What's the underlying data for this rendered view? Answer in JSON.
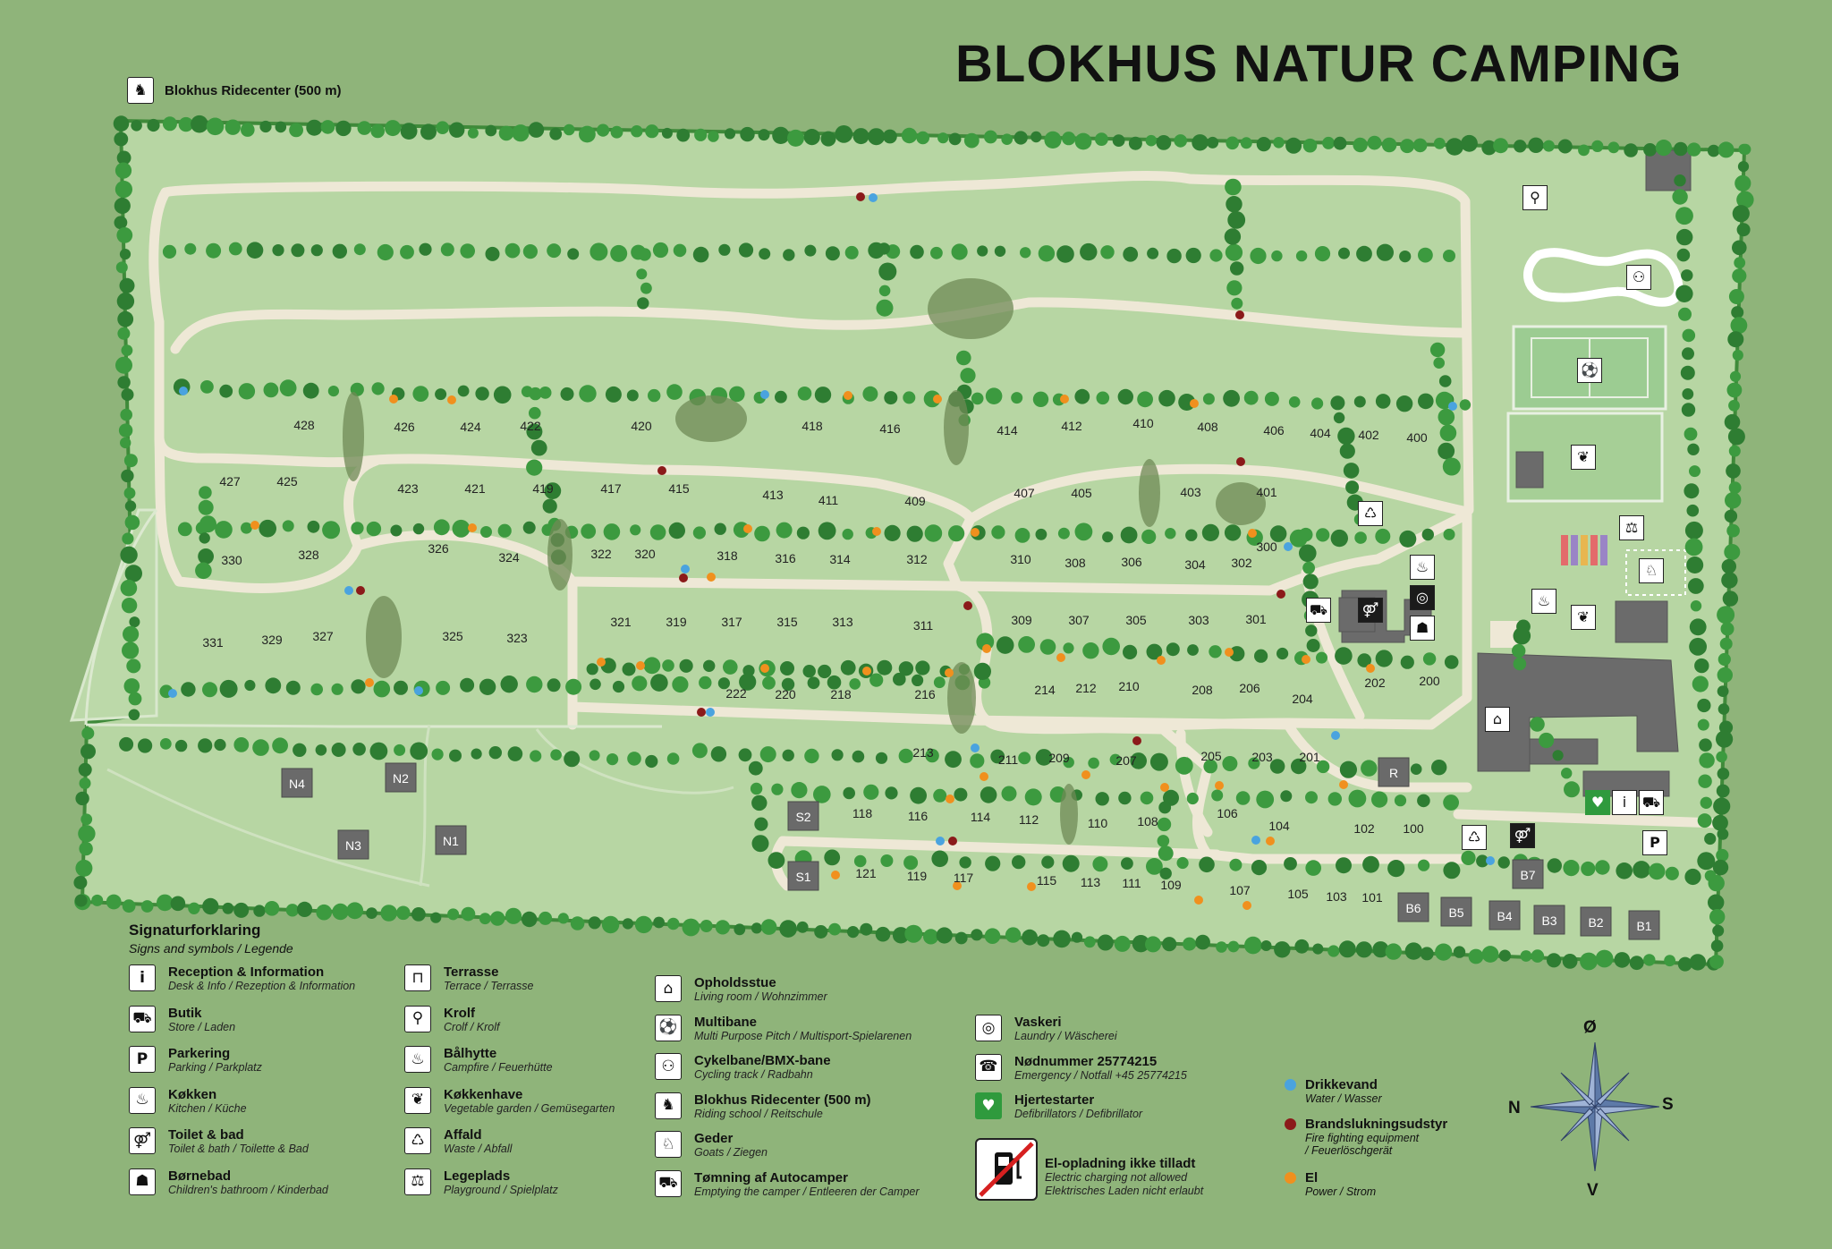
{
  "title": "BLOKHUS NATUR CAMPING",
  "ridecenter_label": "Blokhus Ridecenter (500 m)",
  "legend": {
    "heading": "Signaturforklaring",
    "subheading": "Signs and symbols / Legende",
    "col1": [
      {
        "icon": "info-icon",
        "title": "Reception & Information",
        "sub": "Desk & Info / Rezeption & Information"
      },
      {
        "icon": "cart-icon",
        "title": "Butik",
        "sub": "Store / Laden"
      },
      {
        "icon": "parking-icon",
        "title": "Parkering",
        "sub": "Parking / Parkplatz"
      },
      {
        "icon": "pot-icon",
        "title": "Køkken",
        "sub": "Kitchen / Küche"
      },
      {
        "icon": "toilet-icon",
        "title": "Toilet & bad",
        "sub": "Toilet & bath / Toilette & Bad"
      },
      {
        "icon": "baby-bath-icon",
        "title": "Børnebad",
        "sub": "Children's bathroom / Kinderbad"
      }
    ],
    "col2": [
      {
        "icon": "picnic-table-icon",
        "title": "Terrasse",
        "sub": "Terrace / Terrasse"
      },
      {
        "icon": "croquet-icon",
        "title": "Krolf",
        "sub": "Crolf / Krolf"
      },
      {
        "icon": "campfire-icon",
        "title": "Bålhytte",
        "sub": "Campfire / Feuerhütte"
      },
      {
        "icon": "vegetable-icon",
        "title": "Køkkenhave",
        "sub": "Vegetable garden / Gemüsegarten"
      },
      {
        "icon": "trash-icon",
        "title": "Affald",
        "sub": "Waste / Abfall"
      },
      {
        "icon": "seesaw-icon",
        "title": "Legeplads",
        "sub": "Playground / Spielplatz"
      }
    ],
    "col3": [
      {
        "icon": "house-icon",
        "title": "Opholdsstue",
        "sub": "Living room / Wohnzimmer"
      },
      {
        "icon": "multisport-icon",
        "title": "Multibane",
        "sub": "Multi Purpose Pitch / Multisport-Spielarenen"
      },
      {
        "icon": "bicycle-icon",
        "title": "Cykelbane/BMX-bane",
        "sub": "Cycling track / Radbahn"
      },
      {
        "icon": "horse-icon",
        "title": "Blokhus Ridecenter (500 m)",
        "sub": "Riding school / Reitschule"
      },
      {
        "icon": "goat-icon",
        "title": "Geder",
        "sub": "Goats / Ziegen"
      },
      {
        "icon": "camper-icon",
        "title": "Tømning af Autocamper",
        "sub": "Emptying the camper / Entleeren der Camper"
      }
    ],
    "col4": [
      {
        "icon": "laundry-icon",
        "title": "Vaskeri",
        "sub": "Laundry / Wäscherei"
      },
      {
        "icon": "phone-icon",
        "title": "Nødnummer 25774215",
        "sub": "Emergency / Notfall +45 25774215"
      },
      {
        "icon": "defibrillator-icon",
        "title": "Hjertestarter",
        "sub": "Defibrillators / Defibrillator"
      }
    ],
    "no_charging": {
      "title": "El-opladning ikke tilladt",
      "sub1": "Electric charging not allowed",
      "sub2": "Elektrisches Laden nicht erlaubt"
    },
    "dots": [
      {
        "color": "#4aa3df",
        "title": "Drikkevand",
        "sub1": "Water / Wasser",
        "sub2": ""
      },
      {
        "color": "#8b1a1a",
        "title": "Brandslukningsudstyr",
        "sub1": "Fire fighting equipment",
        "sub2": "/ Feuerlöschgerät"
      },
      {
        "color": "#f0901e",
        "title": "El",
        "sub1": "Power / Strom",
        "sub2": ""
      }
    ]
  },
  "compass": {
    "n": "Ø",
    "w": "N",
    "e": "S",
    "s": "V"
  },
  "pitches": [
    "428",
    "426",
    "424",
    "422",
    "420",
    "418",
    "416",
    "414",
    "412",
    "410",
    "408",
    "406",
    "404",
    "402",
    "400",
    "427",
    "425",
    "423",
    "421",
    "419",
    "417",
    "415",
    "413",
    "411",
    "409",
    "407",
    "405",
    "403",
    "401",
    "330",
    "328",
    "326",
    "324",
    "322",
    "320",
    "318",
    "316",
    "314",
    "312",
    "310",
    "308",
    "306",
    "304",
    "302",
    "300",
    "331",
    "329",
    "327",
    "325",
    "323",
    "321",
    "319",
    "317",
    "315",
    "313",
    "311",
    "309",
    "307",
    "305",
    "303",
    "301",
    "222",
    "220",
    "218",
    "216",
    "214",
    "212",
    "210",
    "208",
    "206",
    "204",
    "202",
    "200",
    "213",
    "211",
    "209",
    "207",
    "205",
    "203",
    "201",
    "118",
    "116",
    "114",
    "112",
    "110",
    "108",
    "106",
    "104",
    "102",
    "100",
    "121",
    "119",
    "117",
    "115",
    "113",
    "111",
    "109",
    "107",
    "105",
    "103",
    "101"
  ],
  "cabins": [
    "N4",
    "N2",
    "N3",
    "N1",
    "S2",
    "S1",
    "R",
    "B7",
    "B6",
    "B5",
    "B4",
    "B3",
    "B2",
    "B1"
  ],
  "colors": {
    "water": "#4aa3df",
    "fire": "#8b1a1a",
    "power": "#f0901e",
    "grass": "#b7d6a3",
    "background": "#8fb47a"
  }
}
